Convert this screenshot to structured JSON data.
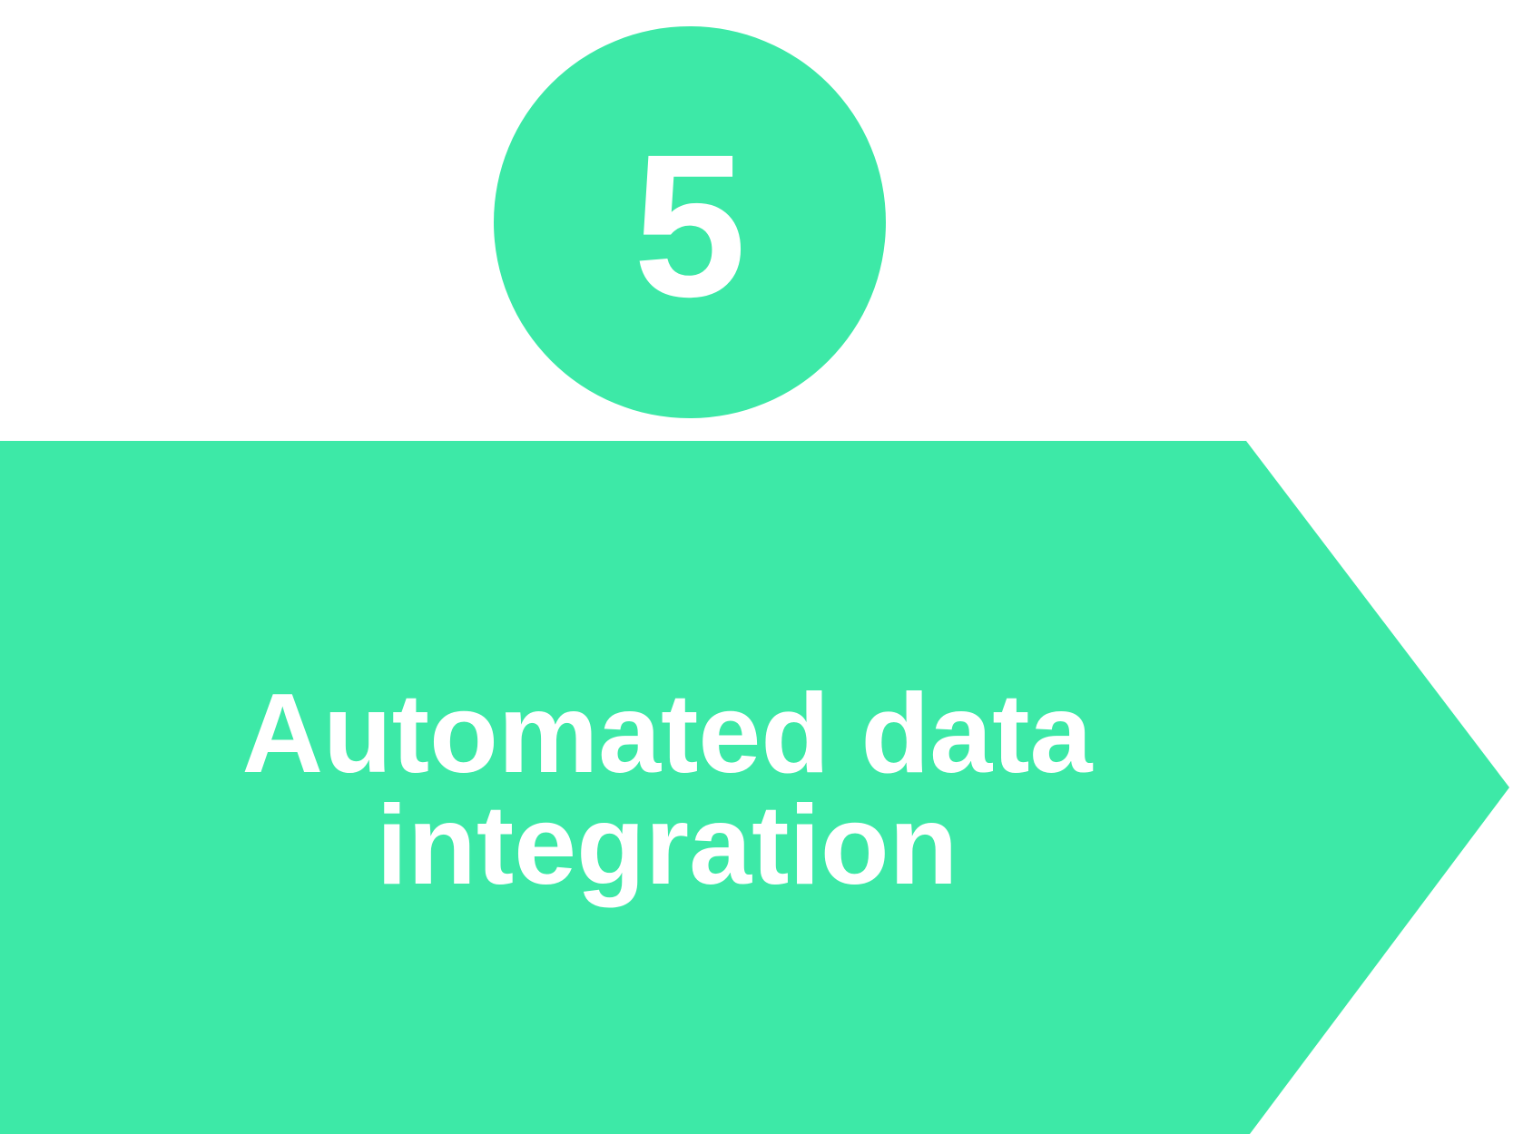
{
  "colors": {
    "accent": "#3DE9A7",
    "text_on_accent": "#FFFFFF",
    "background": "#FFFFFF"
  },
  "step": {
    "number": "5",
    "title": "Automated data integration",
    "title_lines": [
      "Automated data",
      "integration"
    ]
  }
}
